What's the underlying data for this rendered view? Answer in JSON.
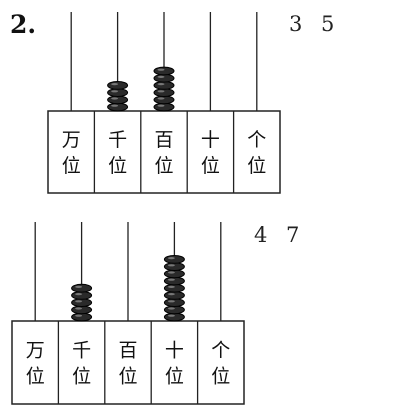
{
  "question_number": "2.",
  "abacuses": [
    {
      "answer": "3 5",
      "places": [
        {
          "top": "万",
          "bottom": "位",
          "beads": 0
        },
        {
          "top": "千",
          "bottom": "位",
          "beads": 4
        },
        {
          "top": "百",
          "bottom": "位",
          "beads": 6
        },
        {
          "top": "十",
          "bottom": "位",
          "beads": 0
        },
        {
          "top": "个",
          "bottom": "位",
          "beads": 0
        }
      ]
    },
    {
      "answer": "4 7",
      "places": [
        {
          "top": "万",
          "bottom": "位",
          "beads": 0
        },
        {
          "top": "千",
          "bottom": "位",
          "beads": 5
        },
        {
          "top": "百",
          "bottom": "位",
          "beads": 0
        },
        {
          "top": "十",
          "bottom": "位",
          "beads": 9
        },
        {
          "top": "个",
          "bottom": "位",
          "beads": 0
        }
      ]
    }
  ]
}
